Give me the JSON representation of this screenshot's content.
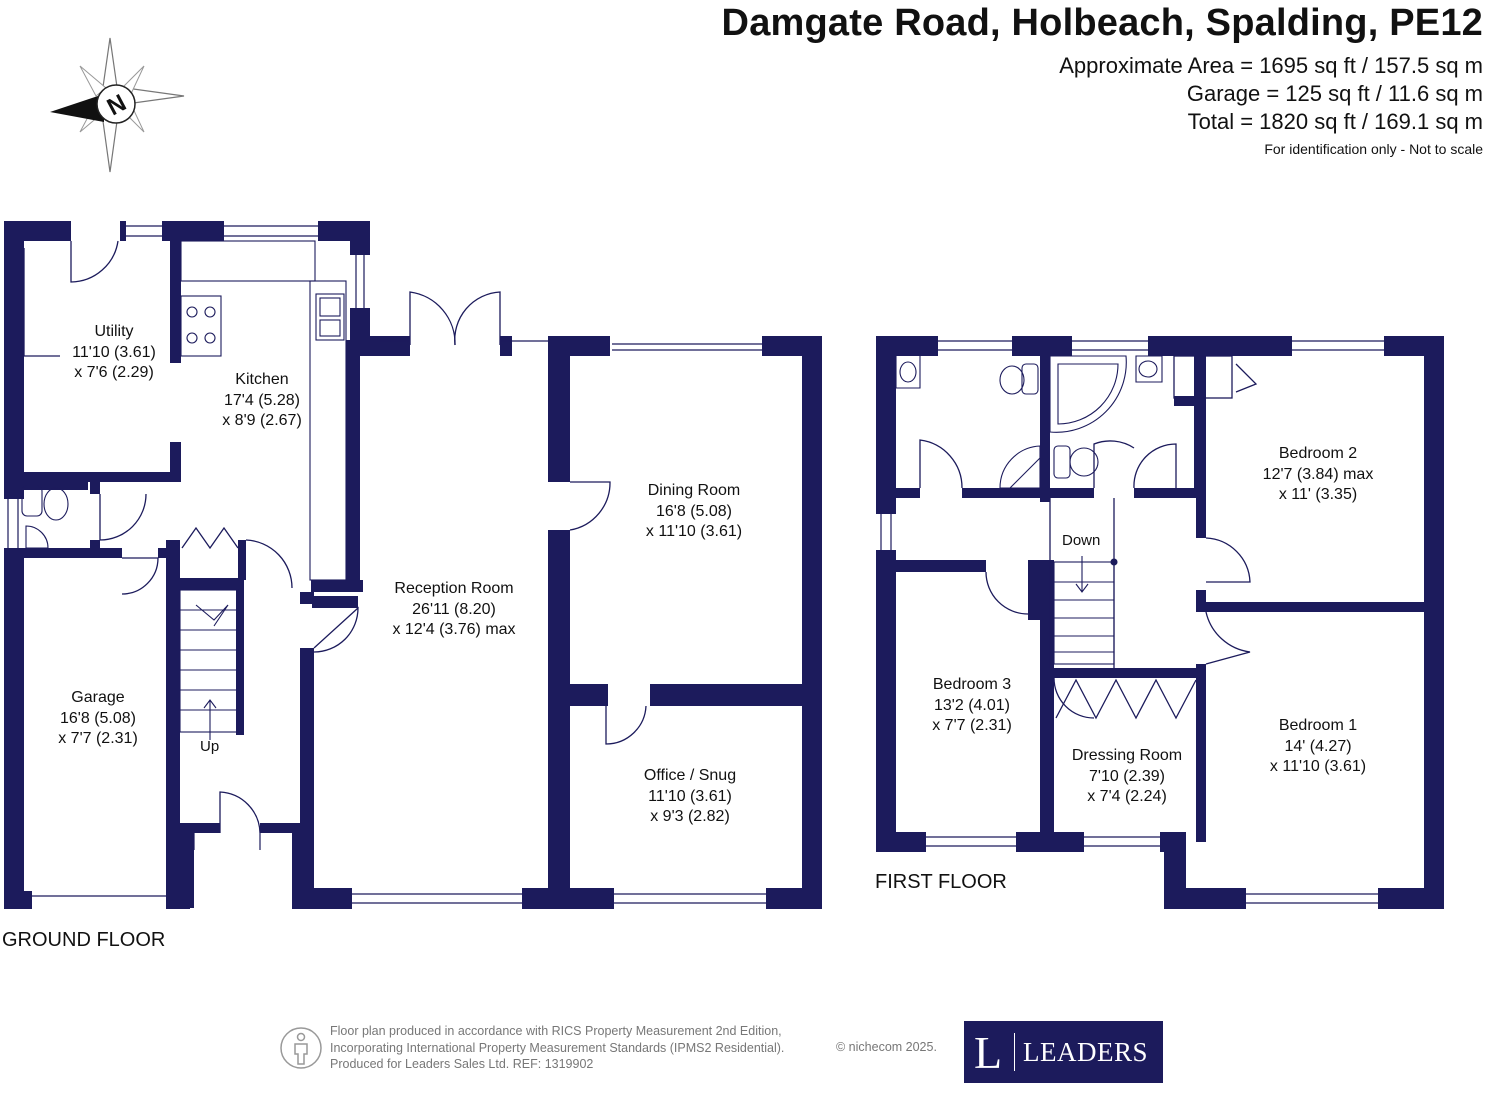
{
  "header": {
    "title": "Damgate Road, Holbeach, Spalding, PE12",
    "area_lines": [
      "Approximate Area = 1695 sq ft / 157.5 sq m",
      "Garage = 125 sq ft / 11.6 sq m",
      "Total = 1820 sq ft / 169.1 sq m"
    ],
    "disclaimer": "For identification only - Not to scale"
  },
  "compass": {
    "letter": "N",
    "icon": "compass-rose-icon"
  },
  "ground_floor": {
    "label": "GROUND FLOOR",
    "rooms": {
      "utility": {
        "name": "Utility",
        "dim1": "11'10 (3.61)",
        "dim2": "x 7'6 (2.29)"
      },
      "kitchen": {
        "name": "Kitchen",
        "dim1": "17'4 (5.28)",
        "dim2": "x 8'9 (2.67)"
      },
      "reception": {
        "name": "Reception Room",
        "dim1": "26'11 (8.20)",
        "dim2": "x 12'4 (3.76) max"
      },
      "dining": {
        "name": "Dining Room",
        "dim1": "16'8 (5.08)",
        "dim2": "x 11'10 (3.61)"
      },
      "office": {
        "name": "Office / Snug",
        "dim1": "11'10 (3.61)",
        "dim2": "x 9'3 (2.82)"
      },
      "garage": {
        "name": "Garage",
        "dim1": "16'8 (5.08)",
        "dim2": "x 7'7 (2.31)"
      }
    },
    "stairs_label": "Up"
  },
  "first_floor": {
    "label": "FIRST FLOOR",
    "rooms": {
      "bedroom2": {
        "name": "Bedroom 2",
        "dim1": "12'7 (3.84) max",
        "dim2": "x 11' (3.35)"
      },
      "bedroom3": {
        "name": "Bedroom 3",
        "dim1": "13'2 (4.01)",
        "dim2": "x 7'7 (2.31)"
      },
      "dressing": {
        "name": "Dressing Room",
        "dim1": "7'10 (2.39)",
        "dim2": "x 7'4 (2.24)"
      },
      "bedroom1": {
        "name": "Bedroom 1",
        "dim1": "14' (4.27)",
        "dim2": "x 11'10 (3.61)"
      }
    },
    "stairs_label": "Down"
  },
  "footer": {
    "lines": [
      "Floor plan produced in accordance with RICS Property Measurement 2nd Edition,",
      "Incorporating International Property Measurement Standards (IPMS2 Residential).",
      "Produced for Leaders Sales Ltd.   REF:  1319902"
    ],
    "copyright": "© nichecom 2025.",
    "logo_letter": "L",
    "logo_word": "LEADERS"
  },
  "colors": {
    "wall": "#1c1b5c",
    "logo_bg": "#1c1b5c",
    "footer_text": "#777777"
  }
}
